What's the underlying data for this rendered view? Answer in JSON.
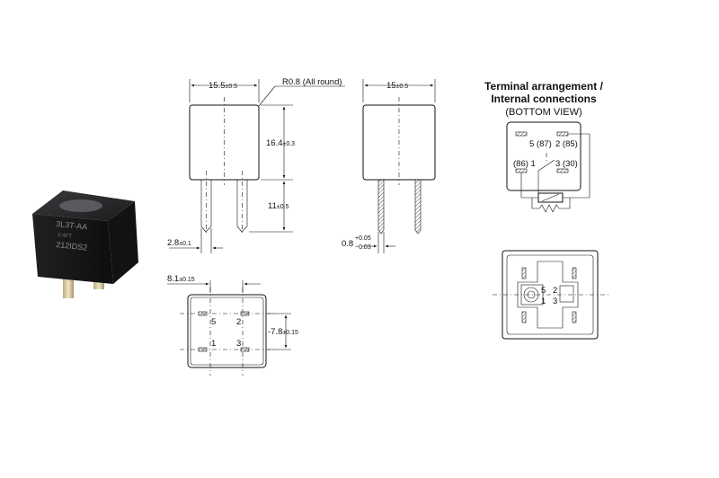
{
  "photo": {
    "markings": [
      "3L3T-AA",
      "0.4FT",
      "212IDS2"
    ]
  },
  "side_view": {
    "width_dim": "15.5",
    "width_tol": "±0.5",
    "corner_note": "R0.8 (All round)",
    "height_dim": "16.4",
    "height_tol": "±0.3",
    "pin_len_dim": "11",
    "pin_len_tol": "±0.5",
    "pin_w_dim": "2.8",
    "pin_w_tol": "±0.1"
  },
  "end_view": {
    "width_dim": "15",
    "width_tol": "±0.5",
    "pin_t_dim": "0.8",
    "pin_t_tol_plus": "+0.05",
    "pin_t_tol_minus": "−0.03"
  },
  "bottom_view": {
    "pitch_x_dim": "8.1",
    "pitch_x_tol": "±0.15",
    "pitch_y_dim": "7.8",
    "pitch_y_tol": "±0.15",
    "pins": [
      "5",
      "2",
      "1",
      "3"
    ]
  },
  "terminal": {
    "title_line1": "Terminal arrangement /",
    "title_line2": "Internal connections",
    "subtitle": "(BOTTOM VIEW)",
    "pin5": "5 (87)",
    "pin2": "2 (85)",
    "pin1": "(86) 1",
    "pin3": "3 (30)"
  },
  "socket_view": {
    "pins": [
      "5",
      "2",
      "1",
      "3"
    ]
  }
}
